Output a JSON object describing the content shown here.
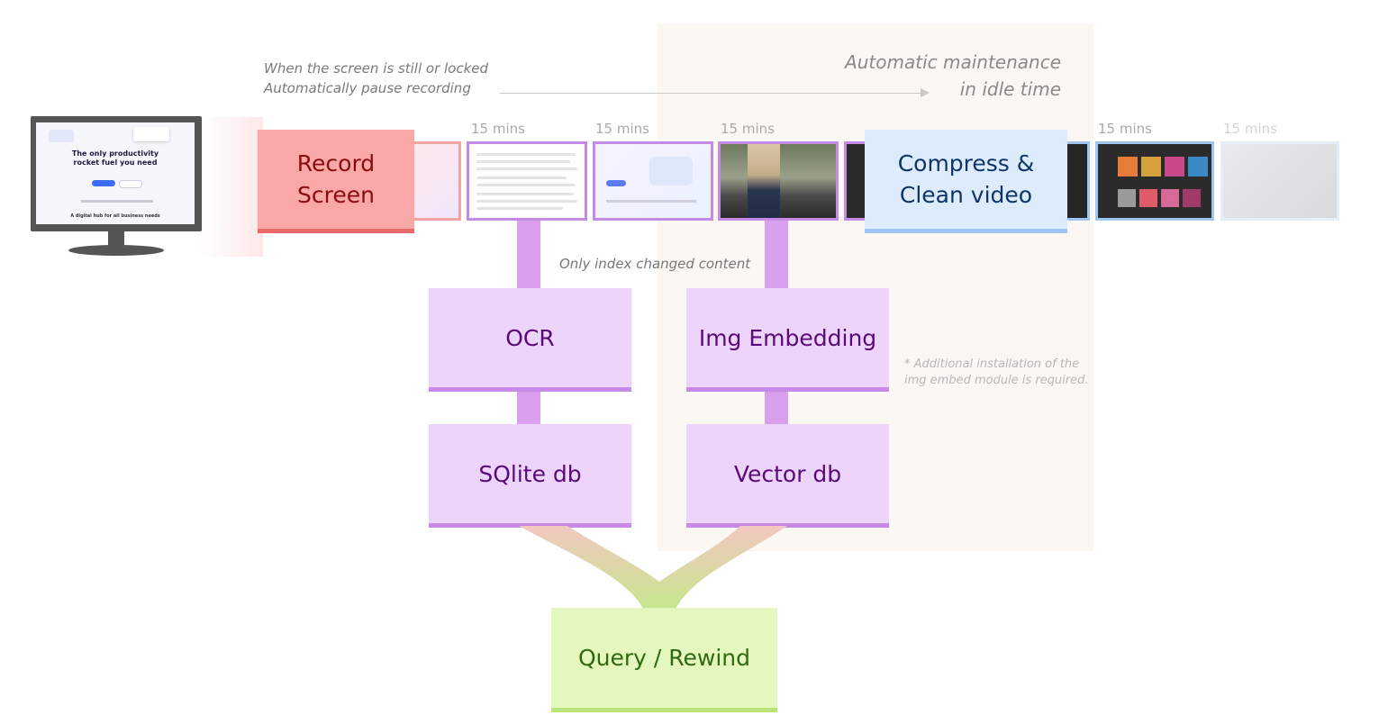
{
  "notes": {
    "pause_line1": "When the screen is still or locked",
    "pause_line2": "Automatically pause recording",
    "maintenance_line1": "Automatic maintenance",
    "maintenance_line2": "in idle time",
    "index_changed": "Only index changed content",
    "embed_line1": "* Additional installation of the",
    "embed_line2": "img embed module is required."
  },
  "monitor": {
    "headline_line1": "The only productivity",
    "headline_line2": "rocket fuel you need",
    "footer": "A digital hub for all business needs"
  },
  "timeline": {
    "labels": [
      "15 mins",
      "15 mins",
      "15 mins",
      "15 mins",
      "15 mins"
    ]
  },
  "boxes": {
    "record_line1": "Record",
    "record_line2": "Screen",
    "compress_line1": "Compress &",
    "compress_line2": "Clean video",
    "ocr": "OCR",
    "img_embedding": "Img Embedding",
    "sqlite": "SQlite db",
    "vector": "Vector db",
    "query": "Query / Rewind"
  },
  "colors": {
    "record": "#f9a7a7",
    "compress": "#dcecfd",
    "index": "#ecd4fa",
    "query": "#e4f7bf",
    "thumb_border": "#c58ae6"
  }
}
